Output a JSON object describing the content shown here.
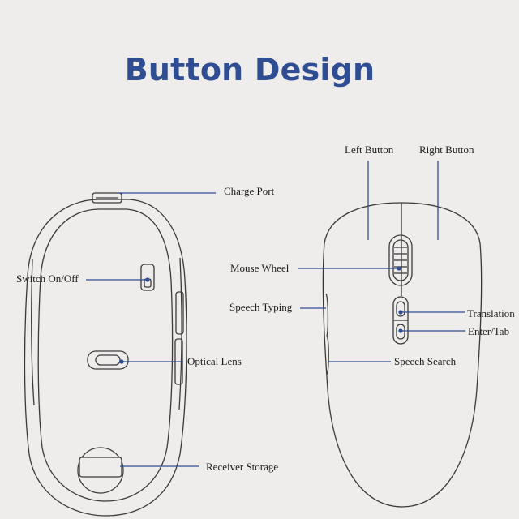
{
  "title": "Button Design",
  "colors": {
    "title": "#2f4d93",
    "leader": "#2f4d93",
    "outline": "#3a3a3a",
    "background": "#efedeb"
  },
  "bottom_view": {
    "labels": {
      "charge_port": "Charge Port",
      "switch": "Switch On/Off",
      "optical_lens": "Optical Lens",
      "receiver_storage": "Receiver Storage"
    }
  },
  "top_view": {
    "labels": {
      "left_button": "Left Button",
      "right_button": "Right Button",
      "mouse_wheel": "Mouse Wheel",
      "speech_typing": "Speech Typing",
      "translation": "Translation",
      "enter_tab": "Enter/Tab",
      "speech_search": "Speech Search"
    }
  }
}
